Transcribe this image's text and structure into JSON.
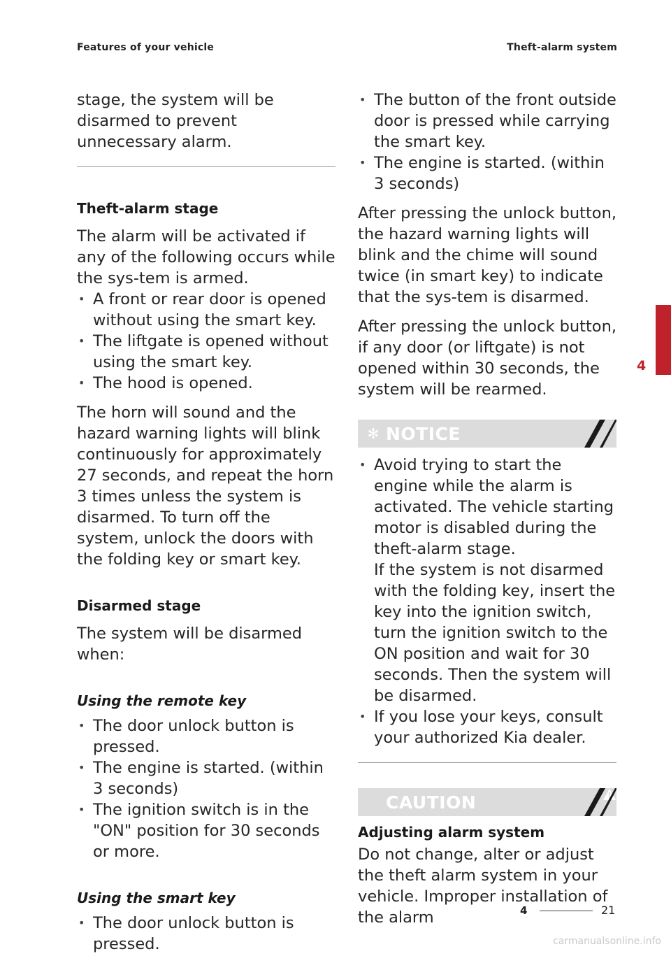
{
  "header": {
    "left": "Features of your vehicle",
    "right": "Theft-alarm system"
  },
  "left_column": {
    "intro": "stage, the system will be disarmed to prevent unnecessary alarm.",
    "theft_heading": "Theft-alarm stage",
    "theft_text": "The alarm will be activated if any of the following occurs while the sys-tem is armed.",
    "theft_bullets": [
      "A front or rear door is opened without using the smart key.",
      "The liftgate is opened without using the smart key.",
      "The hood is opened."
    ],
    "horn_text": "The horn will sound and the hazard warning lights will blink continuously for approximately 27 seconds, and repeat the horn 3 times unless the system is disarmed. To turn off the system, unlock the doors with the folding key or smart key.",
    "disarmed_heading": "Disarmed stage",
    "disarmed_text": "The system will be disarmed when:",
    "remote_heading": "Using the remote key",
    "remote_bullets": [
      "The door unlock button is pressed.",
      "The engine is started. (within 3 seconds)",
      "The ignition switch is in the \"ON\" position for 30 seconds or more."
    ],
    "smart_heading": "Using the smart key",
    "smart_bullets": [
      "The door unlock button is pressed."
    ]
  },
  "right_column": {
    "smart_bullets_cont": [
      "The button of the front outside door is pressed while carrying the smart key.",
      "The engine is started. (within 3 seconds)"
    ],
    "para_unlock": "After pressing the unlock button, the hazard warning lights will blink and the chime will sound twice (in smart key) to indicate that the sys-tem is disarmed.",
    "para_rearm": "After pressing the unlock button, if any door (or liftgate) is not opened within 30 seconds, the system will be rearmed.",
    "notice": {
      "icon": "asterisk-icon",
      "label": "NOTICE",
      "bullet1_a": "Avoid trying to start the engine while the alarm is activated. The vehicle starting motor is disabled during the theft-alarm stage.",
      "bullet1_b": "If the system is not disarmed with the folding key, insert the key into the ignition switch, turn the ignition switch to the ON position and wait for 30 seconds. Then the system will be disarmed.",
      "bullet2": "If you lose your keys, consult your authorized Kia dealer."
    },
    "caution": {
      "icon": "warning-triangle-icon",
      "label": "CAUTION",
      "heading": "Adjusting alarm system",
      "text": "Do not change, alter or adjust the theft alarm system in your vehicle. Improper installation of the alarm"
    }
  },
  "side_tab": {
    "number": "4",
    "color": "#c0222c"
  },
  "footer": {
    "chapter": "4",
    "page": "21"
  },
  "watermark": "carmanualsonline.info"
}
